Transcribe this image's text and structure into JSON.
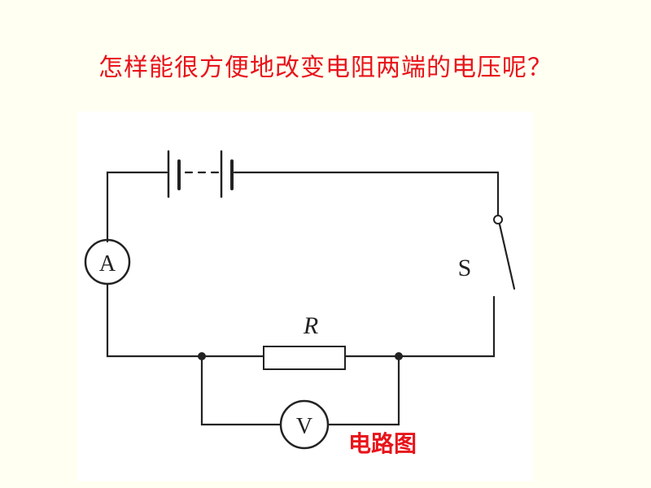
{
  "question": "怎样能很方便地改变电阻两端的电压呢？",
  "caption": "电路图",
  "labels": {
    "ammeter": "A",
    "voltmeter": "V",
    "resistor": "R",
    "switch": "S"
  },
  "colors": {
    "text_red": "#e8141b",
    "wire": "#222222",
    "background": "#fffff2"
  }
}
